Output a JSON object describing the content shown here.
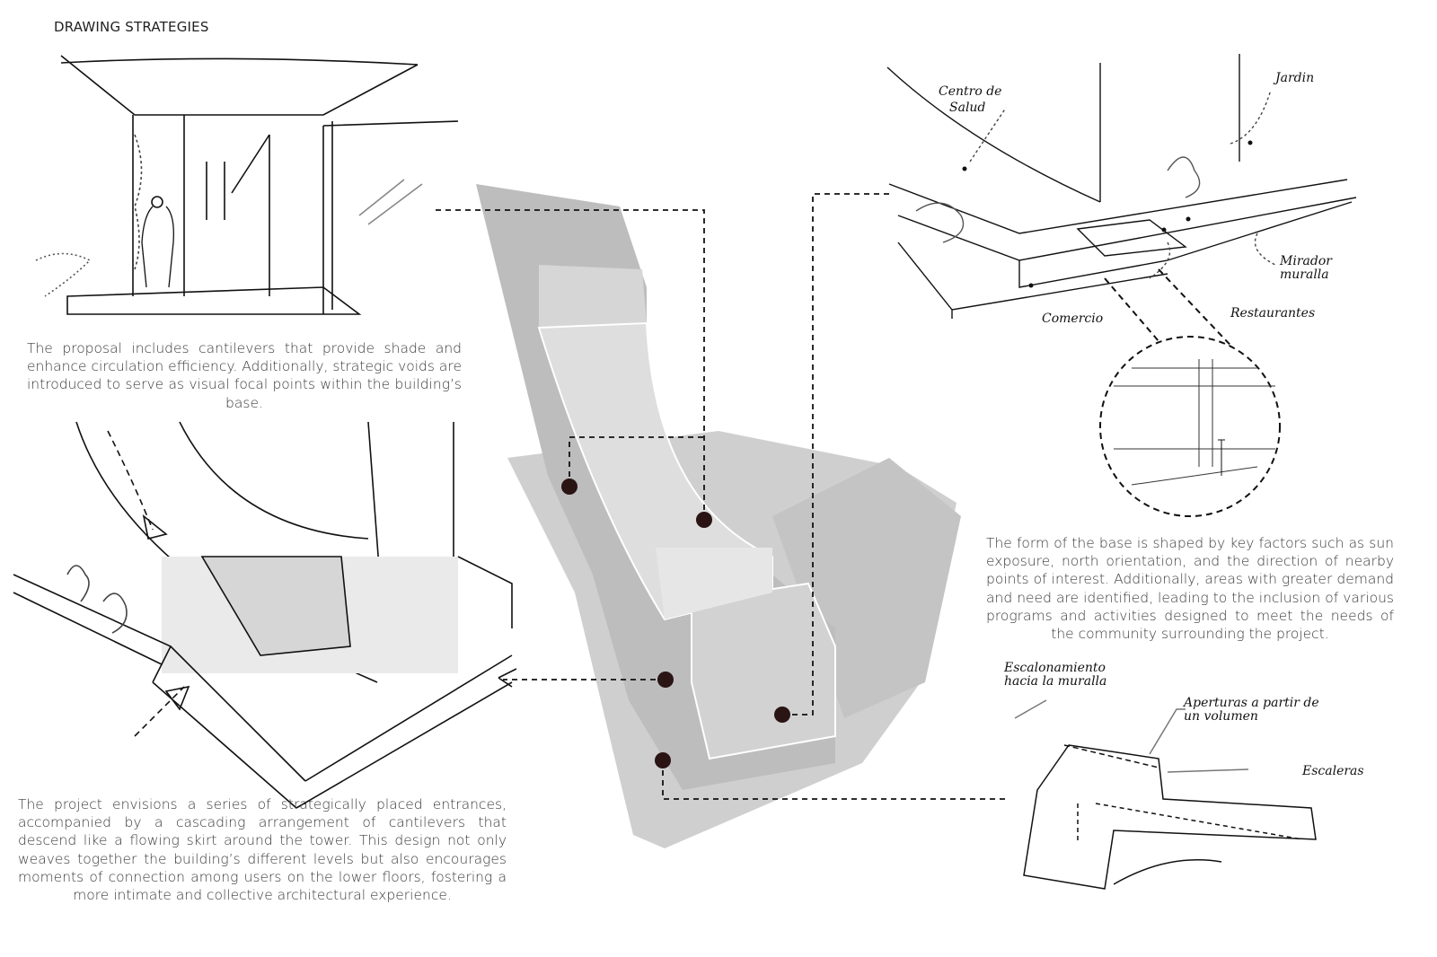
{
  "title": "DRAWING STRATEGIES",
  "paragraphs": {
    "cantilevers": "The proposal includes cantilevers that provide shade and enhance circulation efficiency. Additionally, strategic voids are introduced to serve as visual focal points within the building’s base.",
    "entrances": "The project envisions a series of strategically placed entrances, accompanied by a cascading arrangement of cantilevers that descend like a flowing skirt around the tower. This design not only weaves together the building’s different levels but also encourages moments of connection among users on the lower floors, fostering a more intimate and collective architectural experience.",
    "base_form": "The form of the base is shaped by key factors such as sun exposure, north orientation, and the direction of nearby points of interest. Additionally, areas with greater demand and need are identified, leading to the inclusion of various programs and activities designed to meet the needs of the community surrounding the project."
  },
  "annotations": {
    "centro_de_salud": "Centro de Salud",
    "jardin": "Jardin",
    "mirador_muralla": "Mirador muralla",
    "comercio": "Comercio",
    "restaurantes": "Restaurantes",
    "escalonamiento": "Escalonamiento hacia la muralla",
    "aperturas": "Aperturas a partir de un volumen",
    "escaleras": "Escaleras"
  },
  "colors": {
    "model": "#c9c9c9",
    "marker": "#2a1414",
    "text": "#3a3a3a"
  }
}
